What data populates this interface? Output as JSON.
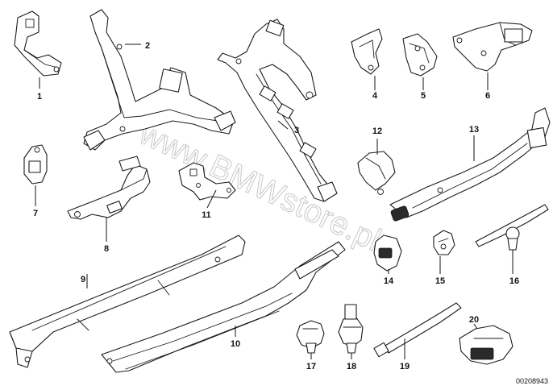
{
  "diagram": {
    "callouts": [
      {
        "id": "1",
        "label": "1"
      },
      {
        "id": "2",
        "label": "2"
      },
      {
        "id": "3",
        "label": "3"
      },
      {
        "id": "4",
        "label": "4"
      },
      {
        "id": "5",
        "label": "5"
      },
      {
        "id": "6",
        "label": "6"
      },
      {
        "id": "7",
        "label": "7"
      },
      {
        "id": "8",
        "label": "8"
      },
      {
        "id": "9",
        "label": "9"
      },
      {
        "id": "10",
        "label": "10"
      },
      {
        "id": "11",
        "label": "11"
      },
      {
        "id": "12",
        "label": "12"
      },
      {
        "id": "13",
        "label": "13"
      },
      {
        "id": "14",
        "label": "14"
      },
      {
        "id": "15",
        "label": "15"
      },
      {
        "id": "16",
        "label": "16"
      },
      {
        "id": "17",
        "label": "17"
      },
      {
        "id": "18",
        "label": "18"
      },
      {
        "id": "19",
        "label": "19"
      },
      {
        "id": "20",
        "label": "20"
      }
    ],
    "watermark": "www.BMWstore.pl",
    "reference_number": "00208943"
  }
}
